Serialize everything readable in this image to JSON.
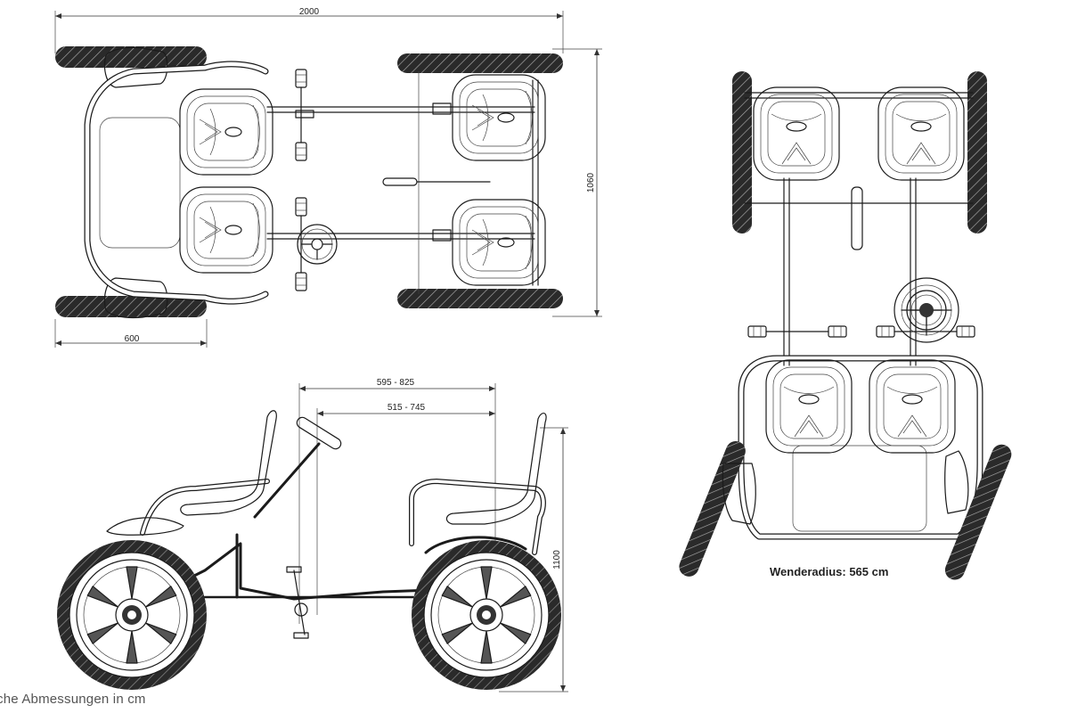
{
  "dimensions": {
    "overall_length": "2000",
    "overall_width": "1060",
    "front_overhang": "600",
    "steering_range_outer": "595 - 825",
    "steering_range_inner": "515 - 745",
    "height": "1100"
  },
  "captions": {
    "turning_radius": "Wenderadius: 565 cm",
    "footnote": "che Abmessungen in cm"
  },
  "colors": {
    "line": "#1b1b1b",
    "tyre": "#2a2a2a",
    "text": "#222222"
  }
}
